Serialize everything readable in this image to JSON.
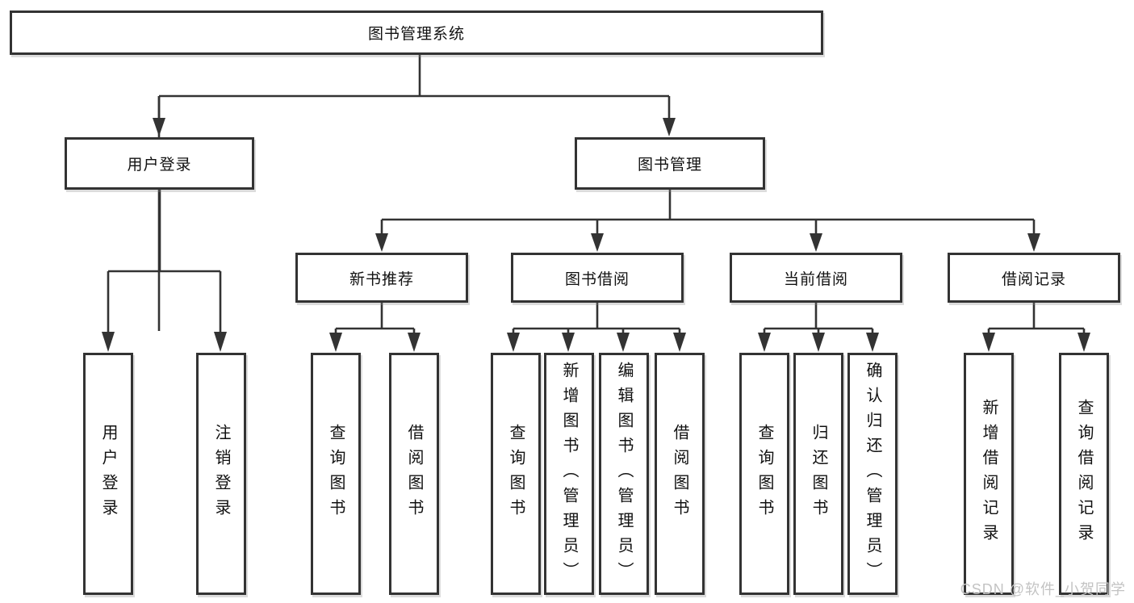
{
  "diagram": {
    "title_node": {
      "label": "图书管理系统"
    },
    "branches": [
      {
        "label": "用户登录",
        "children": [
          {
            "label": "用户登录"
          },
          {
            "label": "注销登录"
          }
        ]
      },
      {
        "label": "图书管理",
        "sections": [
          {
            "label": "新书推荐",
            "children": [
              {
                "label": "查询图书"
              },
              {
                "label": "借阅图书"
              }
            ]
          },
          {
            "label": "图书借阅",
            "children": [
              {
                "label": "查询图书"
              },
              {
                "label": "新增图书（管理员）"
              },
              {
                "label": "编辑图书（管理员）"
              },
              {
                "label": "借阅图书"
              }
            ]
          },
          {
            "label": "当前借阅",
            "children": [
              {
                "label": "查询图书"
              },
              {
                "label": "归还图书"
              },
              {
                "label": "确认归还（管理员）"
              }
            ]
          },
          {
            "label": "借阅记录",
            "children": [
              {
                "label": "新增借阅记录"
              },
              {
                "label": "查询借阅记录"
              }
            ]
          }
        ]
      }
    ],
    "colors": {
      "line": "#333333",
      "box_border": "#333333",
      "box_background": "#ffffff",
      "text": "#111111",
      "watermark": "#c3c3c3"
    }
  },
  "watermark": {
    "text": "CSDN @软件_小贺同学"
  }
}
